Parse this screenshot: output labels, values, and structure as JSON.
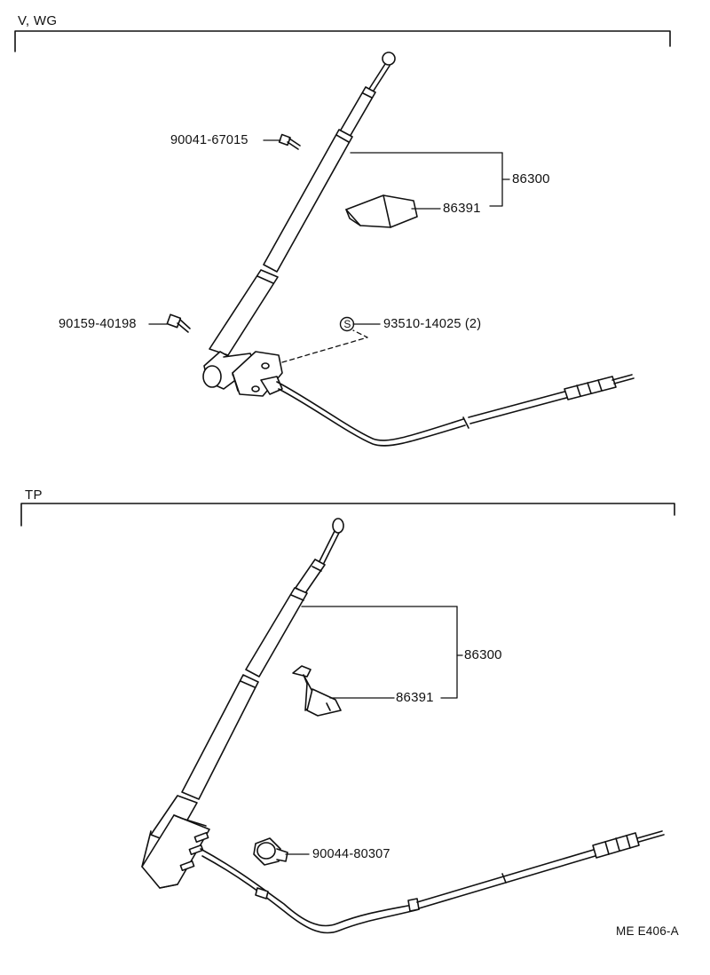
{
  "sections": {
    "top": {
      "title": "V, WG"
    },
    "bottom": {
      "title": "TP"
    }
  },
  "top_callouts": {
    "screw": "90041-67015",
    "bolt": "90159-40198",
    "antenna_assy": "86300",
    "bracket": "86391",
    "std_part_symbol": "S",
    "std_part": "93510-14025 (2)"
  },
  "bottom_callouts": {
    "antenna_assy": "86300",
    "bracket": "86391",
    "nut": "90044-80307"
  },
  "footer": {
    "drawing_id": "ME E406-A"
  }
}
